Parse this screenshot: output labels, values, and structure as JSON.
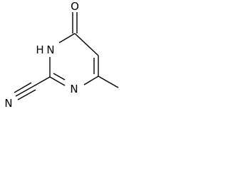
{
  "molecule": {
    "atoms": {
      "oxygen": "O",
      "nh_h": "H",
      "nh_n": "N",
      "ring_n": "N",
      "nitrile_n": "N"
    }
  }
}
